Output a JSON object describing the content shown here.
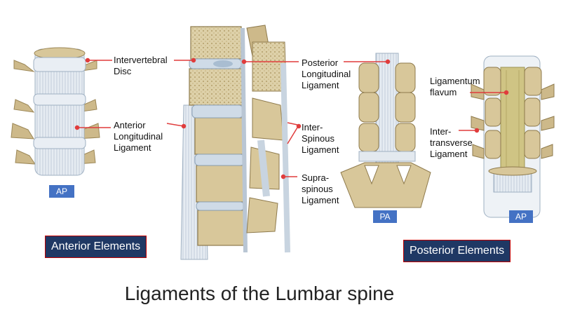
{
  "title": "Ligaments of the Lumbar spine",
  "groups": {
    "anterior": "Anterior Elements",
    "posterior": "Posterior Elements"
  },
  "views": {
    "anterior_ap": "AP",
    "posterior_pa": "PA",
    "posterior_ap": "AP"
  },
  "labels": {
    "intervertebral_disc": "Intervertebral\nDisc",
    "anterior_longitudinal": "Anterior\nLongitudinal\nLigament",
    "posterior_longitudinal": "Posterior\nLongitudinal\nLigament",
    "interspinous": "Inter-\nSpinous\nLigament",
    "supraspinous": "Supra-\nspinous\nLigament",
    "ligamentum_flavum": "Ligamentum\nflavum",
    "intertransverse": "Inter-\ntransverse\nLigament"
  },
  "colors": {
    "leader": "#e03c3c",
    "bone": "#d8c79a",
    "bone_dark": "#a89462",
    "ligament": "#dfe6ee",
    "badge": "#4472c4",
    "box": "#1f3864"
  }
}
